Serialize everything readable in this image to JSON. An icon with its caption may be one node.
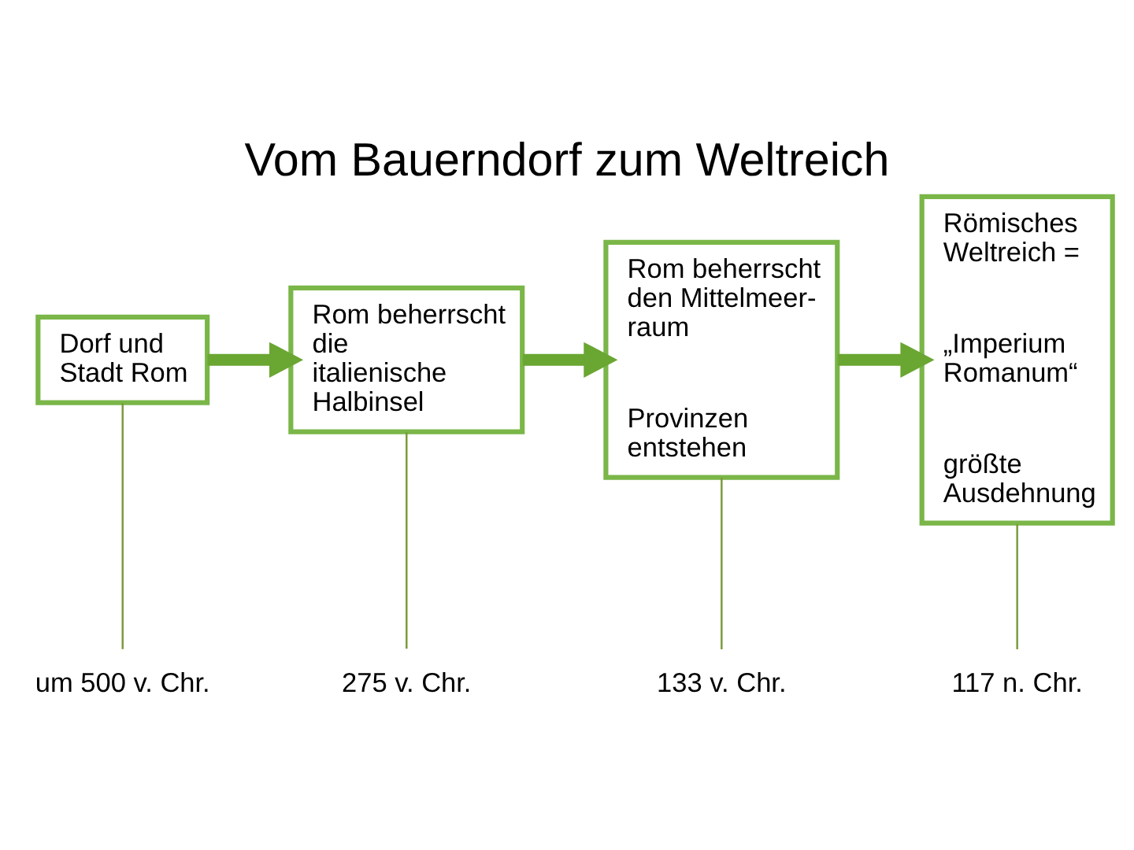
{
  "diagram": {
    "title": "Vom Bauerndorf zum Weltreich",
    "nodes": [
      {
        "text": [
          "Dorf und Stadt Rom"
        ]
      },
      {
        "text": [
          "Rom beherrscht die italienische Halbinsel"
        ]
      },
      {
        "text": [
          "Rom beherrscht den Mittelmeer- raum",
          "Provinzen entstehen"
        ]
      },
      {
        "text": [
          "Römisches Weltreich =",
          "„Imperium Romanum“",
          "größte Ausdehnung"
        ]
      },
      {
        "text": [
          "um 500 v. Chr."
        ]
      },
      {
        "text": [
          "275 v. Chr."
        ]
      },
      {
        "text": [
          "133 v. Chr."
        ]
      },
      {
        "text": [
          "117 n. Chr."
        ]
      }
    ],
    "edges": [
      {
        "from": 0,
        "to": 1,
        "arrow": "to",
        "style": "thick"
      },
      {
        "from": 1,
        "to": 2,
        "arrow": "to",
        "style": "thick"
      },
      {
        "from": 2,
        "to": 3,
        "arrow": "to",
        "style": "thick"
      },
      {
        "from": 0,
        "to": 4,
        "arrow": "none",
        "color": "#7a9a3a"
      },
      {
        "from": 1,
        "to": 5,
        "arrow": "none",
        "color": "#7a9a3a"
      },
      {
        "from": 2,
        "to": 6,
        "arrow": "none",
        "color": "#7a9a3a"
      },
      {
        "from": 3,
        "to": 7,
        "arrow": "none",
        "color": "#7a9a3a"
      }
    ]
  }
}
